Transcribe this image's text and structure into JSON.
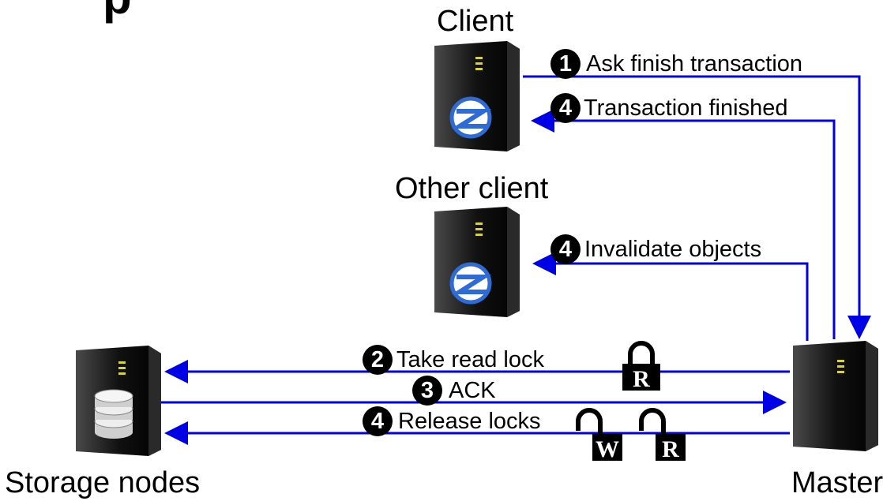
{
  "nodes": {
    "client": "Client",
    "other_client": "Other client",
    "storage": "Storage nodes",
    "master": "Master"
  },
  "steps": {
    "ask_finish": {
      "num": "1",
      "text": "Ask finish transaction"
    },
    "finished": {
      "num": "4",
      "text": "Transaction finished"
    },
    "invalidate": {
      "num": "4",
      "text": "Invalidate objects"
    },
    "read_lock": {
      "num": "2",
      "text": "Take read lock"
    },
    "ack": {
      "num": "3",
      "text": "ACK"
    },
    "release": {
      "num": "4",
      "text": "Release locks"
    }
  },
  "locks": {
    "read": "R",
    "write": "W"
  },
  "icons": {
    "server": "server-tower-icon",
    "client_logo": "zope-logo-icon",
    "database": "database-icon",
    "lock": "padlock-icon"
  },
  "colors": {
    "arrow": "#0000e6",
    "server_body": "#111111",
    "client_logo": "#2e6bd6"
  }
}
